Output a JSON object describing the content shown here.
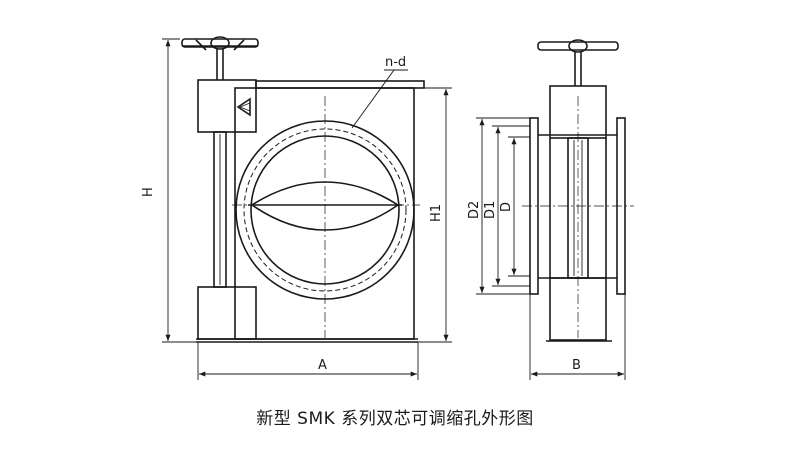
{
  "caption": "新型 SMK 系列双芯可调缩孔外形图",
  "labels": {
    "n_d": "n-d",
    "H": "H",
    "H1": "H1",
    "A": "A",
    "D2": "D2",
    "D1": "D1",
    "D": "D",
    "B": "B"
  }
}
